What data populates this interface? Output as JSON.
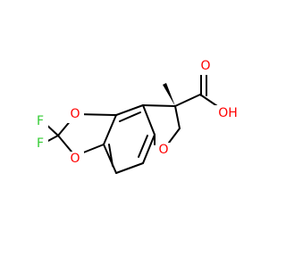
{
  "molecule": {
    "atom_labels": {
      "o1": "O",
      "o2": "O",
      "o3": "O",
      "f1": "F",
      "f2": "F",
      "o_carbonyl": "O",
      "oh": "OH"
    },
    "colors": {
      "bond": "#000000",
      "oxygen": "#ff0000",
      "fluorine": "#33cc33"
    }
  }
}
